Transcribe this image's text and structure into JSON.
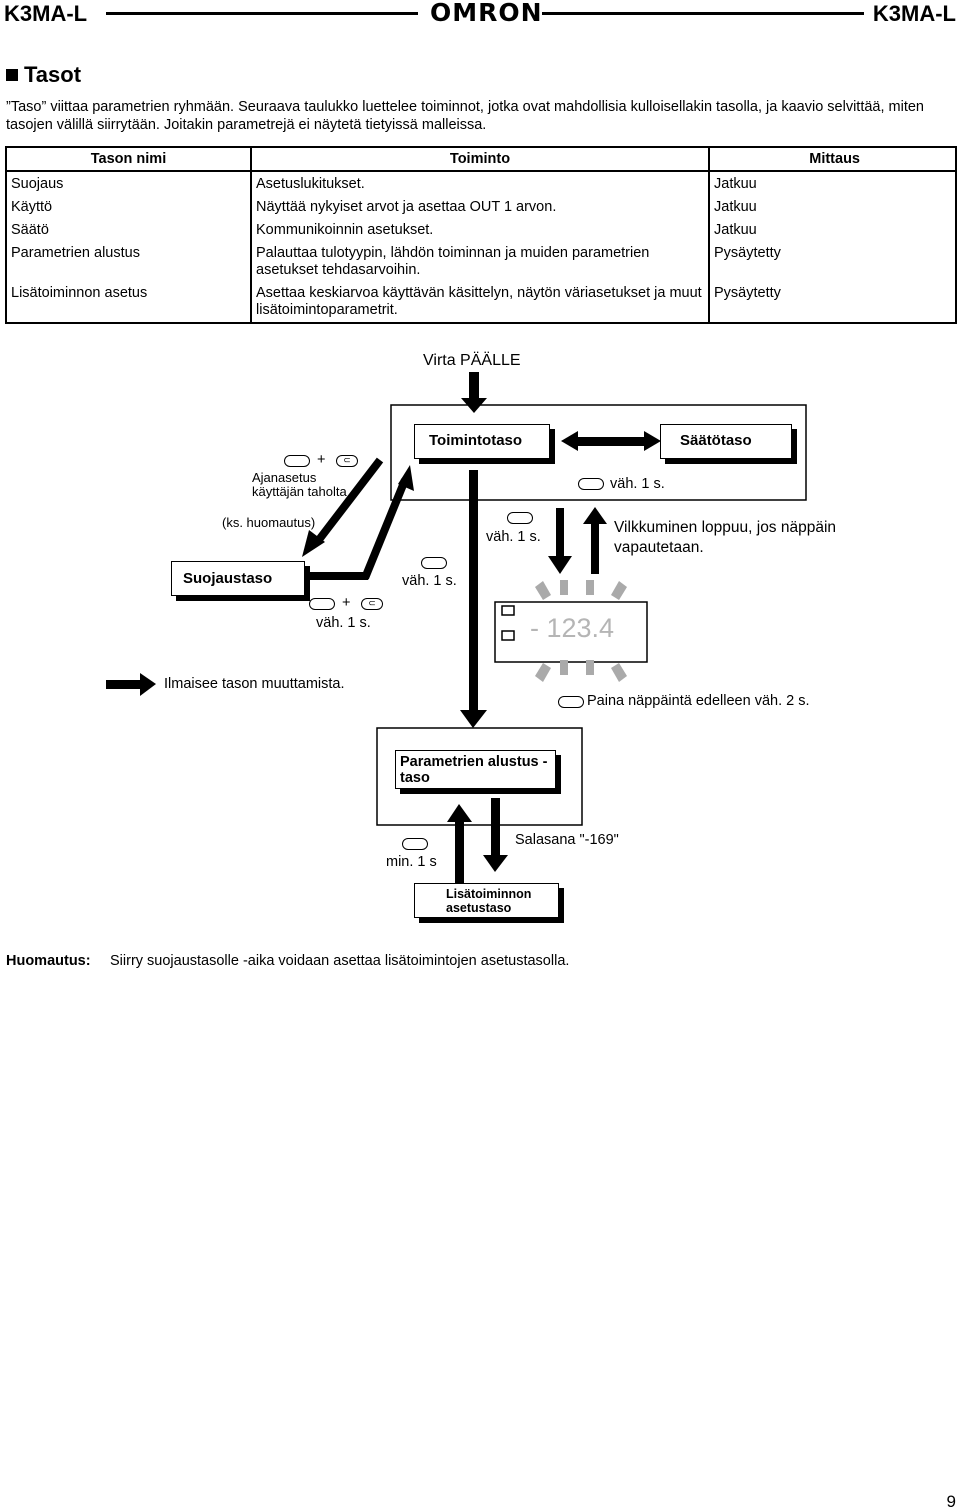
{
  "header": {
    "left": "K3MA-L",
    "logo": "OMRON",
    "right": "K3MA-L"
  },
  "section_title": "Tasot",
  "intro": "”Taso” viittaa parametrien ryhmään. Seuraava taulukko luettelee toiminnot, jotka ovat mahdollisia kulloisellakin tasolla, ja kaavio selvittää, miten tasojen välillä siirrytään. Joitakin parametrejä ei näytetä tietyissä malleissa.",
  "table": {
    "headers": [
      "Tason nimi",
      "Toiminto",
      "Mittaus"
    ],
    "rows": [
      [
        "Suojaus",
        "Asetuslukitukset.",
        "Jatkuu"
      ],
      [
        "Käyttö",
        "Näyttää nykyiset arvot ja asettaa OUT 1 arvon.",
        "Jatkuu"
      ],
      [
        "Säätö",
        "Kommunikoinnin asetukset.",
        "Jatkuu"
      ],
      [
        "Parametrien alustus",
        "Palauttaa tulotyypin, lähdön toiminnan ja muiden parametrien asetukset tehdasarvoihin.",
        "Pysäytetty"
      ],
      [
        "Lisätoiminnon asetus",
        "Asettaa keskiarvoa käyttävän käsittelyn, näytön väriasetukset ja muut lisätoimintoparametrit.",
        "Pysäytetty"
      ]
    ]
  },
  "diagram": {
    "power_on": "Virta PÄÄLLE",
    "operation_level": "Toimintotaso",
    "adjustment_level": "Säätötaso",
    "protection_level": "Suojaustaso",
    "init_level": "Parametrien alustus -taso",
    "advanced_level": "Lisätoiminnon asetustaso",
    "plus": "+",
    "time_setting": "Ajanasetus käyttäjän taholta",
    "see_note": "(ks. huomautus)",
    "min1s_a": "väh. 1 s.",
    "min1s_b": "väh. 1 s.",
    "min1s_c": "väh. 1 s.",
    "min1s_d": "väh. 1 s.",
    "blink_text": "Vilkkuminen loppuu, jos näppäin vapautetaan.",
    "display_value": "- 123.4",
    "arrow_legend": "Ilmaisee tason muuttamista.",
    "hold_2s": "Paina näppäintä edelleen väh. 2 s.",
    "min1s_e": "min. 1 s",
    "password": "Salasana \"-169\""
  },
  "note": {
    "label": "Huomautus:",
    "text": "Siirry suojaustasolle -aika voidaan asettaa lisätoimintojen asetustasolla."
  },
  "page_number": "9"
}
